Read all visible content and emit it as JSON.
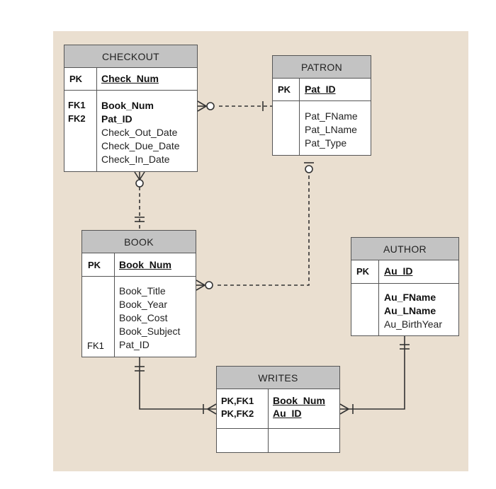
{
  "entities": {
    "checkout": {
      "title": "CHECKOUT",
      "pk_label": "PK",
      "pk_attr": "Check_Num",
      "fk1_label": "FK1",
      "fk2_label": "FK2",
      "attrs": [
        "Book_Num",
        "Pat_ID",
        "Check_Out_Date",
        "Check_Due_Date",
        "Check_In_Date"
      ]
    },
    "patron": {
      "title": "PATRON",
      "pk_label": "PK",
      "pk_attr": "Pat_ID",
      "attrs": [
        "Pat_FName",
        "Pat_LName",
        "Pat_Type"
      ]
    },
    "book": {
      "title": "BOOK",
      "pk_label": "PK",
      "pk_attr": "Book_Num",
      "fk1_label": "FK1",
      "attrs": [
        "Book_Title",
        "Book_Year",
        "Book_Cost",
        "Book_Subject",
        "Pat_ID"
      ]
    },
    "author": {
      "title": "AUTHOR",
      "pk_label": "PK",
      "pk_attr": "Au_ID",
      "attrs": [
        "Au_FName",
        "Au_LName",
        "Au_BirthYear"
      ]
    },
    "writes": {
      "title": "WRITES",
      "key_labels": [
        "PK,FK1",
        "PK,FK2"
      ],
      "key_attrs": [
        "Book_Num",
        "Au_ID"
      ]
    }
  },
  "relationships": [
    {
      "from": "CHECKOUT",
      "to": "PATRON",
      "via": "Pat_ID",
      "line": "dashed"
    },
    {
      "from": "CHECKOUT",
      "to": "BOOK",
      "via": "Book_Num",
      "line": "dashed"
    },
    {
      "from": "BOOK",
      "to": "PATRON",
      "via": "Pat_ID",
      "line": "dashed"
    },
    {
      "from": "WRITES",
      "to": "BOOK",
      "via": "Book_Num",
      "line": "solid"
    },
    {
      "from": "WRITES",
      "to": "AUTHOR",
      "via": "Au_ID",
      "line": "solid"
    }
  ],
  "colors": {
    "panel_bg": "#eadfd0",
    "header_bg": "#c3c3c3",
    "border": "#555555",
    "line": "#333333"
  }
}
